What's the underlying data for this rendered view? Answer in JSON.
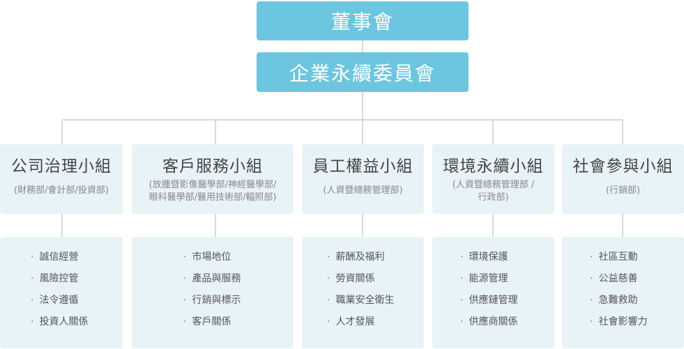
{
  "board": "董事會",
  "committee": "企業永續委員會",
  "groups": [
    {
      "name": "公司治理小組",
      "dept": [
        "(財務部/會計部/投資部)"
      ],
      "items": [
        "誠信經營",
        "風險控管",
        "法令遵循",
        "投資人關係"
      ]
    },
    {
      "name": "客戶服務小組",
      "dept": [
        "(放腫暨影像醫學部/神經醫學部/",
        "眼科醫學部/醫用技術部/輻照部)"
      ],
      "items": [
        "市場地位",
        "產品與服務",
        "行銷與標示",
        "客戶關係"
      ]
    },
    {
      "name": "員工權益小組",
      "dept": [
        "(人資暨總務管理部)"
      ],
      "items": [
        "薪酬及福利",
        "勞資關係",
        "職業安全衛生",
        "人才發展"
      ]
    },
    {
      "name": "環境永續小組",
      "dept": [
        "(人資暨總務管理部 /",
        "行政部)"
      ],
      "items": [
        "環境保護",
        "能源管理",
        "供應鏈管理",
        "供應商關係"
      ]
    },
    {
      "name": "社會參與小組",
      "dept": [
        "(行銷部)"
      ],
      "items": [
        "社區互動",
        "公益慈善",
        "急難救助",
        "社會影響力"
      ]
    }
  ],
  "colors": {
    "header_blue": "#6dc6e0",
    "card_bg": "#e8f3f8",
    "connector": "#cccccc"
  }
}
